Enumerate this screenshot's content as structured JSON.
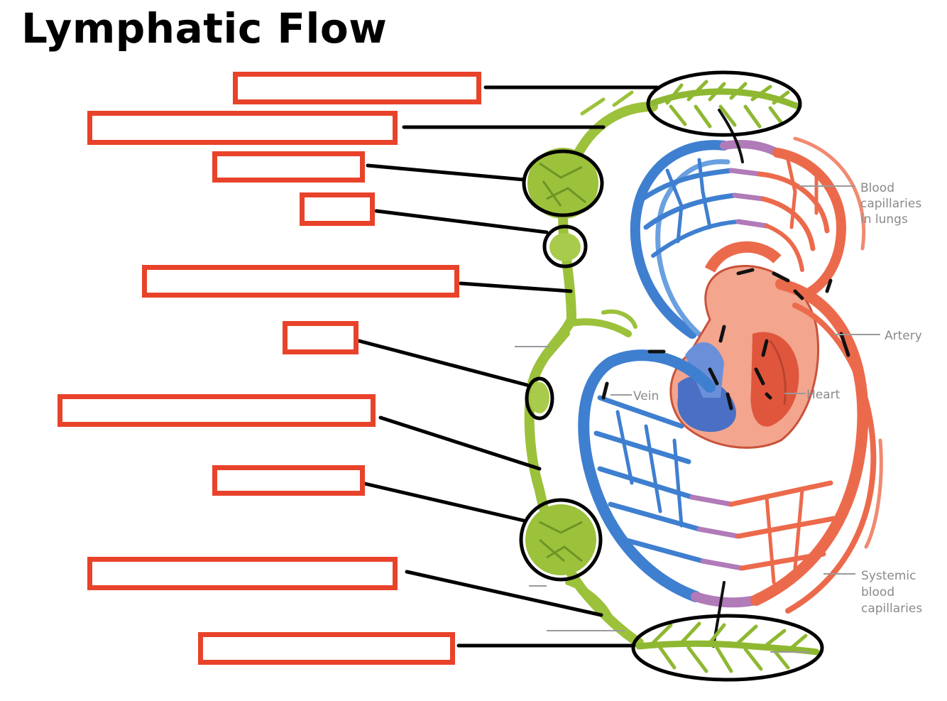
{
  "title": "Lymphatic Flow",
  "colors": {
    "label_box_border": "#e8432a",
    "lymph_green": "#9cc13b",
    "vein_blue": "#3f7fd0",
    "artery_red": "#ec6a4c",
    "mix_purple": "#b17ab8",
    "pointer": "#000000"
  },
  "label_boxes": [
    {
      "name": "label-box-1",
      "value": ""
    },
    {
      "name": "label-box-2",
      "value": ""
    },
    {
      "name": "label-box-3",
      "value": ""
    },
    {
      "name": "label-box-4",
      "value": ""
    },
    {
      "name": "label-box-5",
      "value": ""
    },
    {
      "name": "label-box-6",
      "value": ""
    },
    {
      "name": "label-box-7",
      "value": ""
    },
    {
      "name": "label-box-8",
      "value": ""
    },
    {
      "name": "label-box-9",
      "value": ""
    },
    {
      "name": "label-box-10",
      "value": ""
    }
  ],
  "diagram_labels": {
    "lungs_line1": "Blood",
    "lungs_line2": "capillaries",
    "lungs_line3": "in lungs",
    "artery": "Artery",
    "heart": "Heart",
    "vein": "Vein",
    "systemic_line1": "Systemic",
    "systemic_line2": "blood",
    "systemic_line3": "capillaries"
  }
}
